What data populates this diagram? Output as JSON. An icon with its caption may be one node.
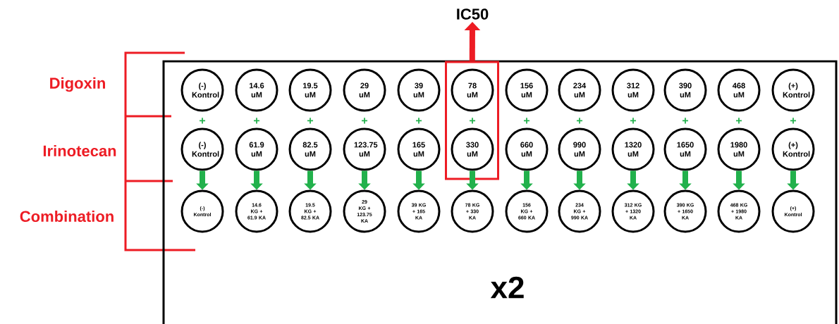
{
  "diagram": {
    "nodes": [
      {
        "text": [
          "x2"
        ]
      },
      {
        "text": [
          "IC50"
        ]
      },
      {
        "text": [],
        "shape": "box",
        "in": 0
      },
      {
        "text": [
          "(-) Kontrol"
        ],
        "in": 0
      },
      {
        "text": [
          "14.6 uM"
        ],
        "in": 0
      },
      {
        "text": [
          "19.5 uM"
        ],
        "in": 0
      },
      {
        "text": [
          "29 uM"
        ],
        "in": 0
      },
      {
        "text": [
          "39 uM"
        ],
        "in": 0
      },
      {
        "text": [
          "78 uM"
        ],
        "in": 2
      },
      {
        "text": [
          "156 uM"
        ],
        "in": 0
      },
      {
        "text": [
          "234 uM"
        ],
        "in": 0
      },
      {
        "text": [
          "312 uM"
        ],
        "in": 0
      },
      {
        "text": [
          "390 uM"
        ],
        "in": 0
      },
      {
        "text": [
          "468 uM"
        ],
        "in": 0
      },
      {
        "text": [
          "(+) Kontrol"
        ],
        "in": 0
      },
      {
        "text": [
          "(-) Kontrol"
        ],
        "in": 0
      },
      {
        "text": [
          "61.9 uM"
        ],
        "in": 0
      },
      {
        "text": [
          "82.5 uM"
        ],
        "in": 0
      },
      {
        "text": [
          "123.75 uM"
        ],
        "in": 0
      },
      {
        "text": [
          "165 uM"
        ],
        "in": 0
      },
      {
        "text": [
          "330 uM"
        ],
        "in": 2
      },
      {
        "text": [
          "660 uM"
        ],
        "in": 0
      },
      {
        "text": [
          "990 uM"
        ],
        "in": 0
      },
      {
        "text": [
          "1320 uM"
        ],
        "in": 0
      },
      {
        "text": [
          "1650 uM"
        ],
        "in": 0
      },
      {
        "text": [
          "1980 uM"
        ],
        "in": 0
      },
      {
        "text": [
          "(+) Kontrol"
        ],
        "in": 0
      },
      {
        "text": [
          "(-) Kontrol"
        ],
        "in": 0
      },
      {
        "text": [
          "14.6 KG + 61.9 KA"
        ],
        "in": 0
      },
      {
        "text": [
          "19.5 KG + 82.5 KA"
        ],
        "in": 0
      },
      {
        "text": [
          "29 KG + 123.75 KA"
        ],
        "in": 0
      },
      {
        "text": [
          "39 KG + 165 KA"
        ],
        "in": 0
      },
      {
        "text": [
          "78 KG + 330 KA"
        ],
        "in": 0
      },
      {
        "text": [
          "156 KG + 660 KA"
        ],
        "in": 0
      },
      {
        "text": [
          "234 KG + 990 KA"
        ],
        "in": 0
      },
      {
        "text": [
          "312 KG + 1320 KA"
        ],
        "in": 0
      },
      {
        "text": [
          "390 KG + 1650 KA"
        ],
        "in": 0
      },
      {
        "text": [
          "468 KG + 1980 KA"
        ],
        "in": 0
      },
      {
        "text": [
          "(+) Kontrol"
        ],
        "in": 0
      }
    ],
    "edges": [
      {
        "from": 2,
        "to": 1,
        "arrow": "to",
        "color": "#ed1c24"
      },
      {
        "from": 15,
        "to": 27,
        "arrow": "to"
      },
      {
        "from": 16,
        "to": 28,
        "arrow": "to"
      },
      {
        "from": 17,
        "to": 29,
        "arrow": "to"
      },
      {
        "from": 18,
        "to": 30,
        "arrow": "to"
      },
      {
        "from": 19,
        "to": 31,
        "arrow": "to"
      },
      {
        "from": 20,
        "to": 32,
        "arrow": "to"
      },
      {
        "from": 21,
        "to": 33,
        "arrow": "to"
      },
      {
        "from": 22,
        "to": 34,
        "arrow": "to"
      },
      {
        "from": 23,
        "to": 35,
        "arrow": "to"
      },
      {
        "from": 24,
        "to": 36,
        "arrow": "to"
      },
      {
        "from": 25,
        "to": 37,
        "arrow": "to"
      },
      {
        "from": 26,
        "to": 38,
        "arrow": "to"
      }
    ],
    "labels": [
      "Digoxin",
      "+",
      "+",
      "+",
      "+",
      "+",
      "+",
      "+",
      "+",
      "+",
      "+",
      "+",
      "+",
      "Irinotecan",
      "Combination"
    ]
  }
}
